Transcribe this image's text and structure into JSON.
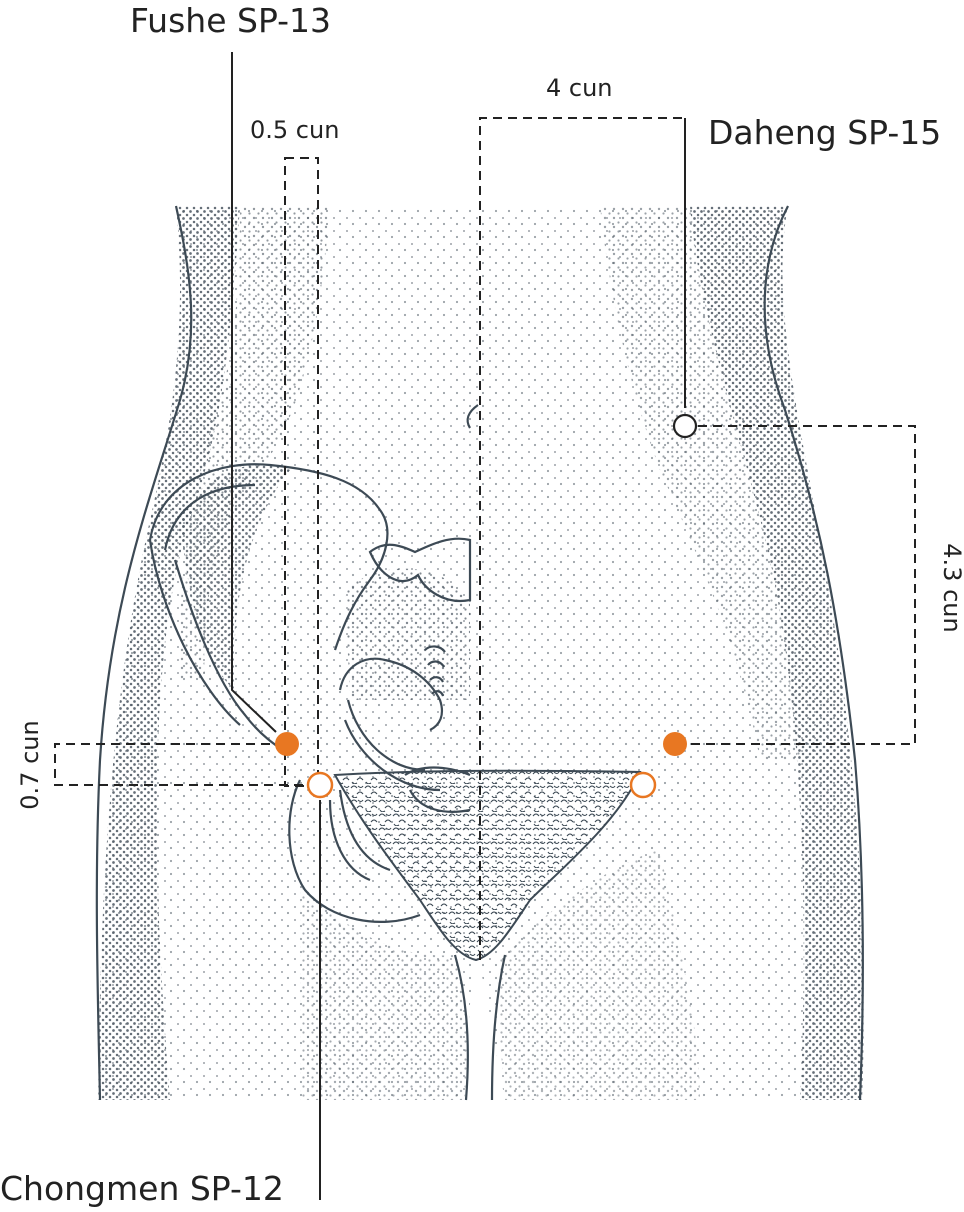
{
  "labels": {
    "fushe": "Fushe SP-13",
    "daheng": "Daheng SP-15",
    "chongmen": "Chongmen SP-12",
    "half_cun": "0.5 cun",
    "four_cun": "4 cun",
    "four_three_cun": "4.3 cun",
    "zero_seven_cun": "0.7 cun"
  },
  "colors": {
    "accent": "#e87722",
    "outline": "#3d4a55",
    "stipple": "#4a5560",
    "text": "#222222"
  },
  "icons": {
    "filled_point": "filled-circle-acupoint",
    "open_point": "open-circle-acupoint"
  }
}
